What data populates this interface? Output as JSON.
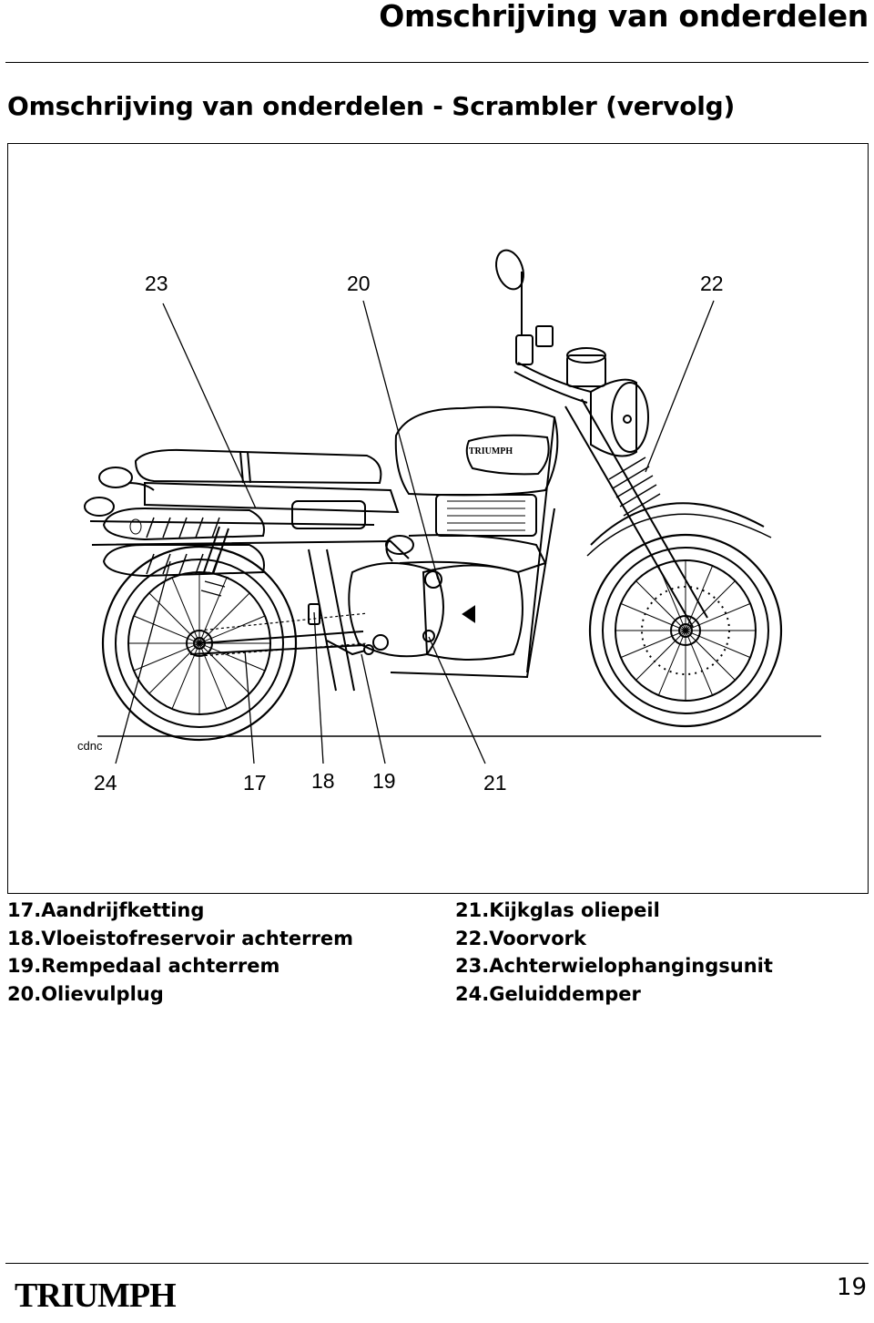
{
  "header": {
    "title": "Omschrijving van onderdelen"
  },
  "section": {
    "title": "Omschrijving van onderdelen - Scrambler (vervolg)"
  },
  "figure": {
    "code": "cdnc",
    "tank_badge": "TRIUMPH",
    "callouts": {
      "c23": "23",
      "c20": "20",
      "c22": "22",
      "c24": "24",
      "c17": "17",
      "c18": "18",
      "c19": "19",
      "c21": "21"
    }
  },
  "legend": {
    "left": [
      {
        "num": "17.",
        "label": "Aandrijfketting"
      },
      {
        "num": "18.",
        "label": "Vloeistofreservoir achterrem"
      },
      {
        "num": "19.",
        "label": "Rempedaal achterrem"
      },
      {
        "num": "20.",
        "label": "Olievulplug"
      }
    ],
    "right": [
      {
        "num": "21.",
        "label": "Kijkglas oliepeil"
      },
      {
        "num": "22.",
        "label": "Voorvork"
      },
      {
        "num": "23.",
        "label": "Achterwielophangingsunit"
      },
      {
        "num": "24.",
        "label": "Geluiddemper"
      }
    ]
  },
  "footer": {
    "logo_text": "TRIUMPH",
    "page_number": "19"
  }
}
